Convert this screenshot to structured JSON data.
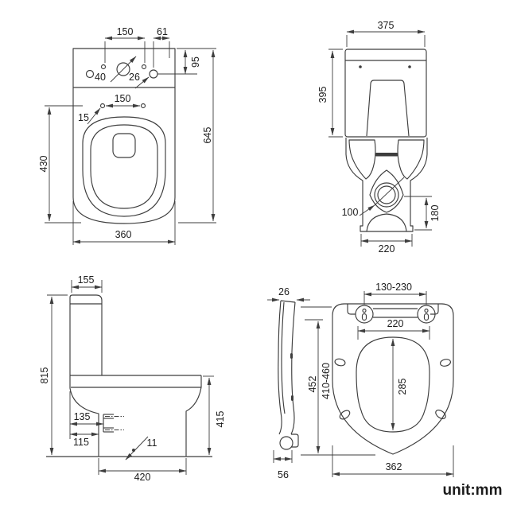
{
  "unit_label": "unit:mm",
  "top_view": {
    "mount_hole_spacing": "150",
    "side_hole_offset": "61",
    "hole_depth_from_back": "95",
    "center_hole_dia": "40",
    "side_hole_dia": "26",
    "seat_hole_spacing": "150",
    "seat_hole_dia": "15",
    "bowl_length": "430",
    "overall_length": "645",
    "overall_width": "360"
  },
  "rear_view": {
    "tank_width": "375",
    "tank_height": "395",
    "outlet_dia": "100",
    "outlet_height": "180",
    "base_width": "220"
  },
  "side_view": {
    "tank_depth": "155",
    "overall_height": "815",
    "inlet_offset_upper": "135",
    "inlet_offset_lower": "115",
    "fixing_dia": "11",
    "base_depth": "420",
    "bowl_height": "415"
  },
  "seat_view": {
    "hinge_spacing_range": "130-230",
    "seat_thickness": "26",
    "opening_width": "220",
    "seat_length": "452",
    "adjustable_length": "410-460",
    "opening_length": "285",
    "seat_width": "362",
    "profile_depth": "56"
  }
}
